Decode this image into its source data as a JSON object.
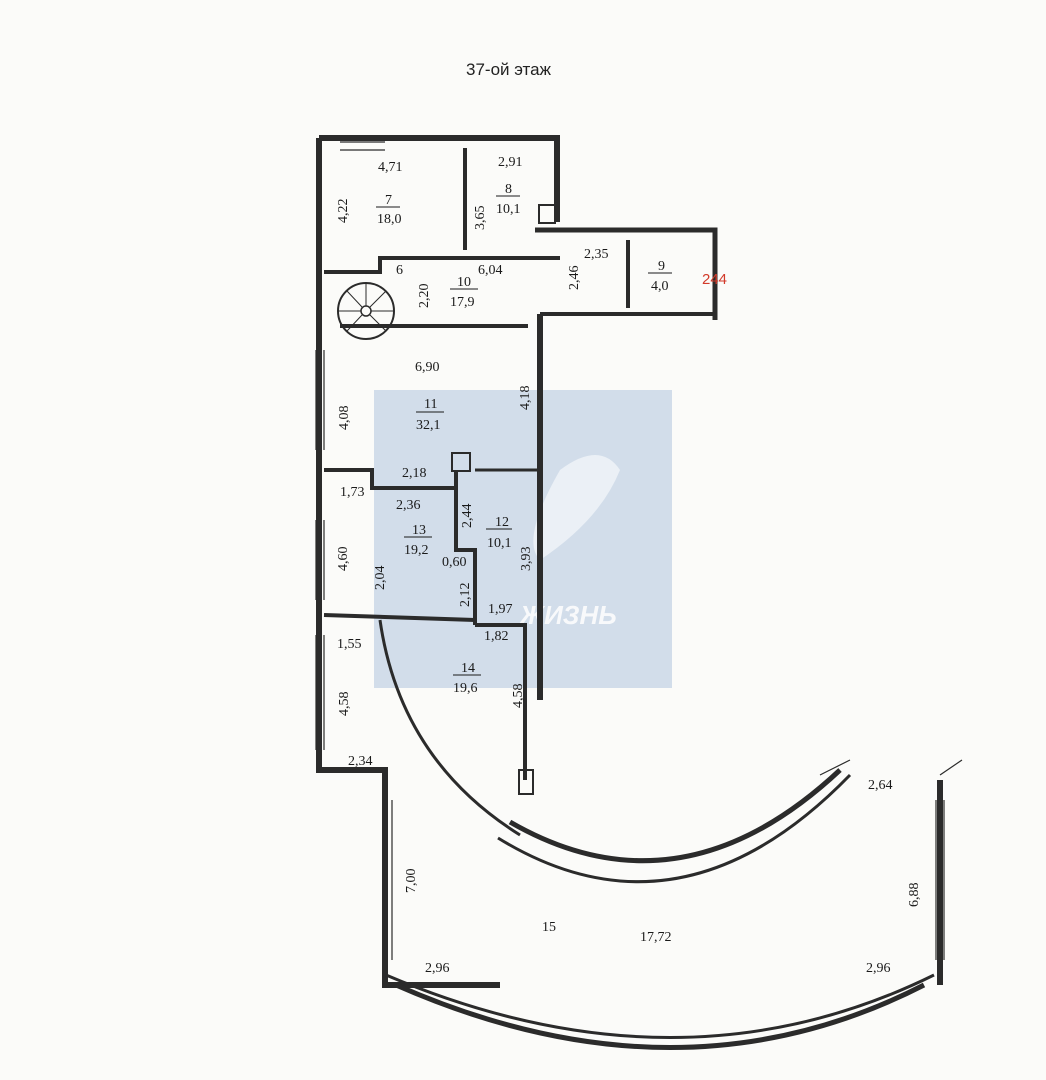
{
  "title": "37-ой этаж",
  "apartment_number": "244",
  "watermark_text": "ЖИЗНЬ",
  "colors": {
    "wall": "#2b2b2b",
    "apartment_number": "#d23a2a",
    "watermark": "#9fb8d8",
    "background": "#fbfbf9"
  },
  "rooms": [
    {
      "number": "7",
      "area": "18,0"
    },
    {
      "number": "8",
      "area": "10,1"
    },
    {
      "number": "9",
      "area": "4,0"
    },
    {
      "number": "10",
      "area": "17,9"
    },
    {
      "number": "11",
      "area": "32,1"
    },
    {
      "number": "12",
      "area": "10,1"
    },
    {
      "number": "13",
      "area": "19,2"
    },
    {
      "number": "14",
      "area": "19,6"
    },
    {
      "number": "15",
      "area": "17,72"
    },
    {
      "number": "6"
    }
  ],
  "dimensions": [
    "4,71",
    "4,22",
    "2,91",
    "3,65",
    "2,35",
    "2,46",
    "2,20",
    "6,04",
    "6,90",
    "4,08",
    "4,18",
    "2,18",
    "1,73",
    "2,36",
    "2,44",
    "4,60",
    "2,04",
    "0,60",
    "3,93",
    "2,12",
    "1,97",
    "1,82",
    "1,55",
    "4,58",
    "4,58",
    "2,34",
    "7,00",
    "2,64",
    "6,88",
    "2,96",
    "2,96"
  ]
}
